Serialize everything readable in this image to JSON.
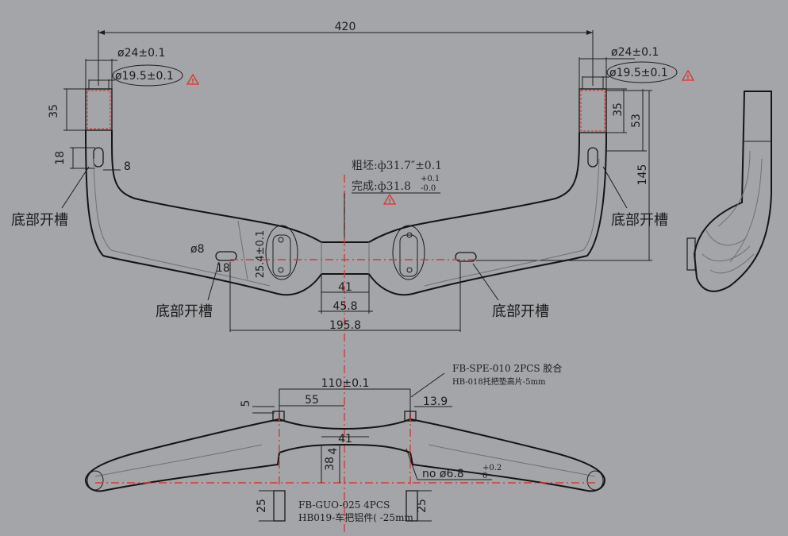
{
  "top_view": {
    "overall_width": "420",
    "left_outer_dia": "ø24±0.1",
    "left_inner_dia": "ø19.5±0.1",
    "right_outer_dia": "ø24±0.1",
    "right_inner_dia": "ø19.5±0.1",
    "left_depth": "35",
    "right_depth": "35",
    "right_height": "53",
    "right_drop": "145",
    "slot_height": "18",
    "slot_width": "8",
    "clamp_spec_rough": "粗坯:ф31.7″±0.1",
    "clamp_spec_finish": "完成:ф31.8",
    "clamp_tol_upper": "+0.1",
    "clamp_tol_lower": "-0.0",
    "slot_label_left": "底部开槽",
    "slot_label_right": "底部开槽",
    "slot_label_mid_left": "底部开槽",
    "slot_label_mid_right": "底部开槽",
    "mid_slot_dia": "ø8",
    "mid_slot_len": "18",
    "mount_height": "25.4±0.1",
    "clamp_width": "41",
    "clamp_width_outer": "45.8",
    "mount_spacing": "195.8"
  },
  "front_view": {
    "mount_width": "110±0.1",
    "half_span": "55",
    "offset_5": "5",
    "pad_width": "13.9",
    "clamp_width": "41",
    "height_38": "38",
    "height_4": "4",
    "hole_dia": "no ø6.8",
    "hole_tol_upper": "+0.2",
    "hole_tol_lower": "0",
    "part_note_1": "FB-SPE-010 2PCS 胶合",
    "part_note_2": "HB-018托把垫高片-5mm",
    "spacer_note_1": "FB-GUO-025  4PCS",
    "spacer_note_2": "HB019-车把铝件( -25mm",
    "spacer_height_left": "25",
    "spacer_height_right": "25"
  },
  "warning_symbol": "!"
}
